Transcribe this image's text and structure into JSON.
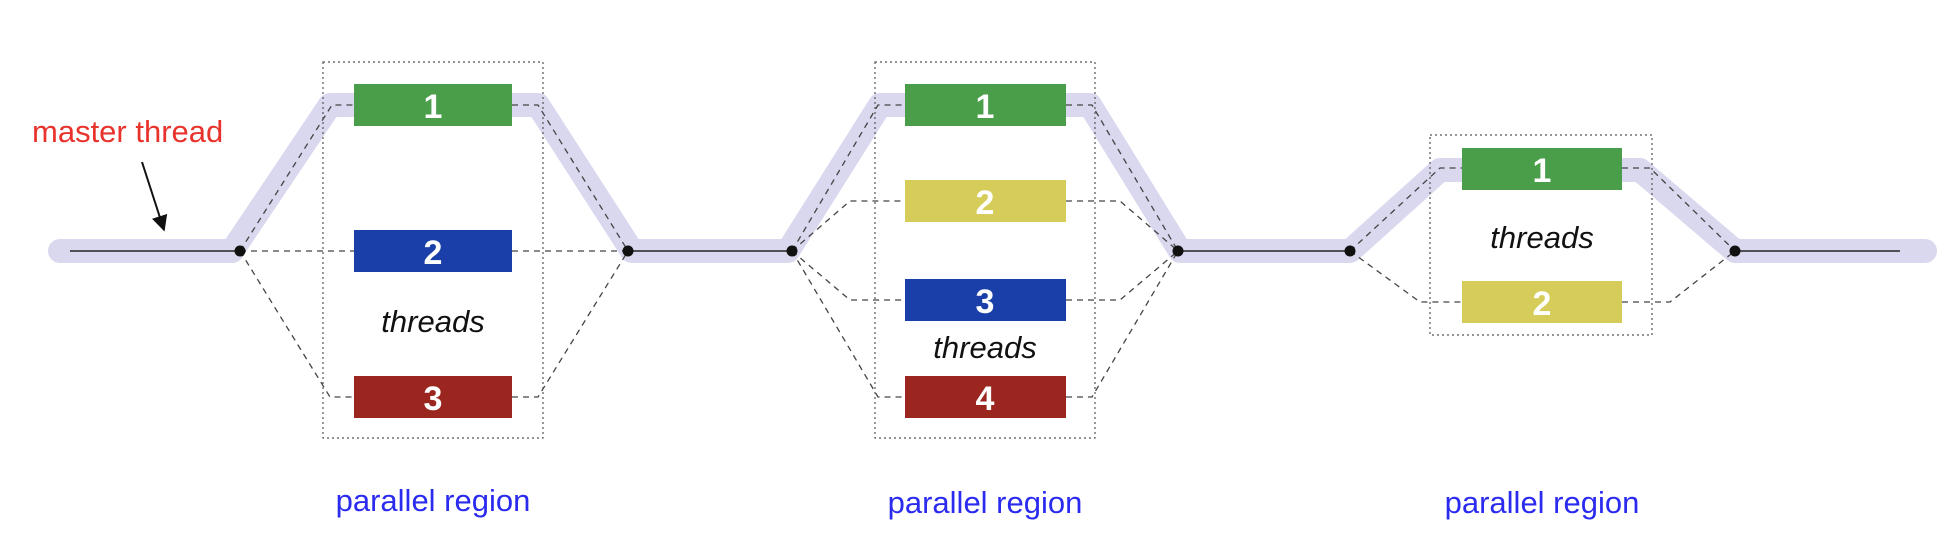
{
  "master_label": "master thread",
  "regions": [
    {
      "label": "parallel region",
      "threads_label": "threads",
      "threads": [
        {
          "id": "1",
          "color": "#4a9e4a"
        },
        {
          "id": "2",
          "color": "#1a3fa8"
        },
        {
          "id": "3",
          "color": "#9b2620"
        }
      ]
    },
    {
      "label": "parallel region",
      "threads_label": "threads",
      "threads": [
        {
          "id": "1",
          "color": "#4a9e4a"
        },
        {
          "id": "2",
          "color": "#d6cc5a"
        },
        {
          "id": "3",
          "color": "#1a3fa8"
        },
        {
          "id": "4",
          "color": "#9b2620"
        }
      ]
    },
    {
      "label": "parallel region",
      "threads_label": "threads",
      "threads": [
        {
          "id": "1",
          "color": "#4a9e4a"
        },
        {
          "id": "2",
          "color": "#d6cc5a"
        }
      ]
    }
  ],
  "colors": {
    "master_label": "#e8332c",
    "region_label": "#2b2bf0",
    "highlight": "#d9d8ef",
    "line": "#222222",
    "thread_text": "#ffffff"
  }
}
